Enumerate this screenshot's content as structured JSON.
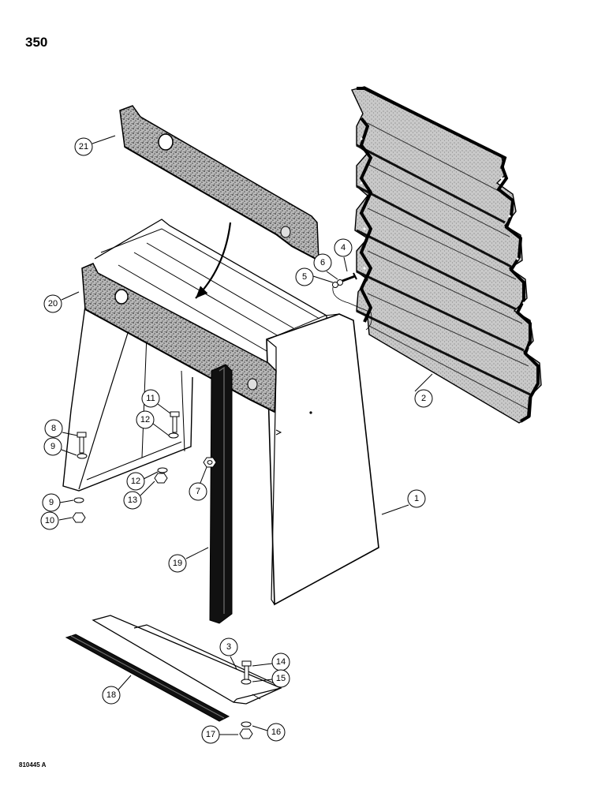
{
  "page_number": "350",
  "figure_code": "810445 A",
  "callouts": [
    {
      "id": "c1",
      "label": "1"
    },
    {
      "id": "c2",
      "label": "2"
    },
    {
      "id": "c3",
      "label": "3"
    },
    {
      "id": "c4",
      "label": "4"
    },
    {
      "id": "c5",
      "label": "5"
    },
    {
      "id": "c6",
      "label": "6"
    },
    {
      "id": "c7",
      "label": "7"
    },
    {
      "id": "c8",
      "label": "8"
    },
    {
      "id": "c9a",
      "label": "9"
    },
    {
      "id": "c9b",
      "label": "9"
    },
    {
      "id": "c10",
      "label": "10"
    },
    {
      "id": "c11",
      "label": "11"
    },
    {
      "id": "c12a",
      "label": "12"
    },
    {
      "id": "c12b",
      "label": "12"
    },
    {
      "id": "c13",
      "label": "13"
    },
    {
      "id": "c14",
      "label": "14"
    },
    {
      "id": "c15",
      "label": "15"
    },
    {
      "id": "c16",
      "label": "16"
    },
    {
      "id": "c17",
      "label": "17"
    },
    {
      "id": "c18",
      "label": "18"
    },
    {
      "id": "c19",
      "label": "19"
    },
    {
      "id": "c20",
      "label": "20"
    },
    {
      "id": "c21",
      "label": "21"
    }
  ]
}
